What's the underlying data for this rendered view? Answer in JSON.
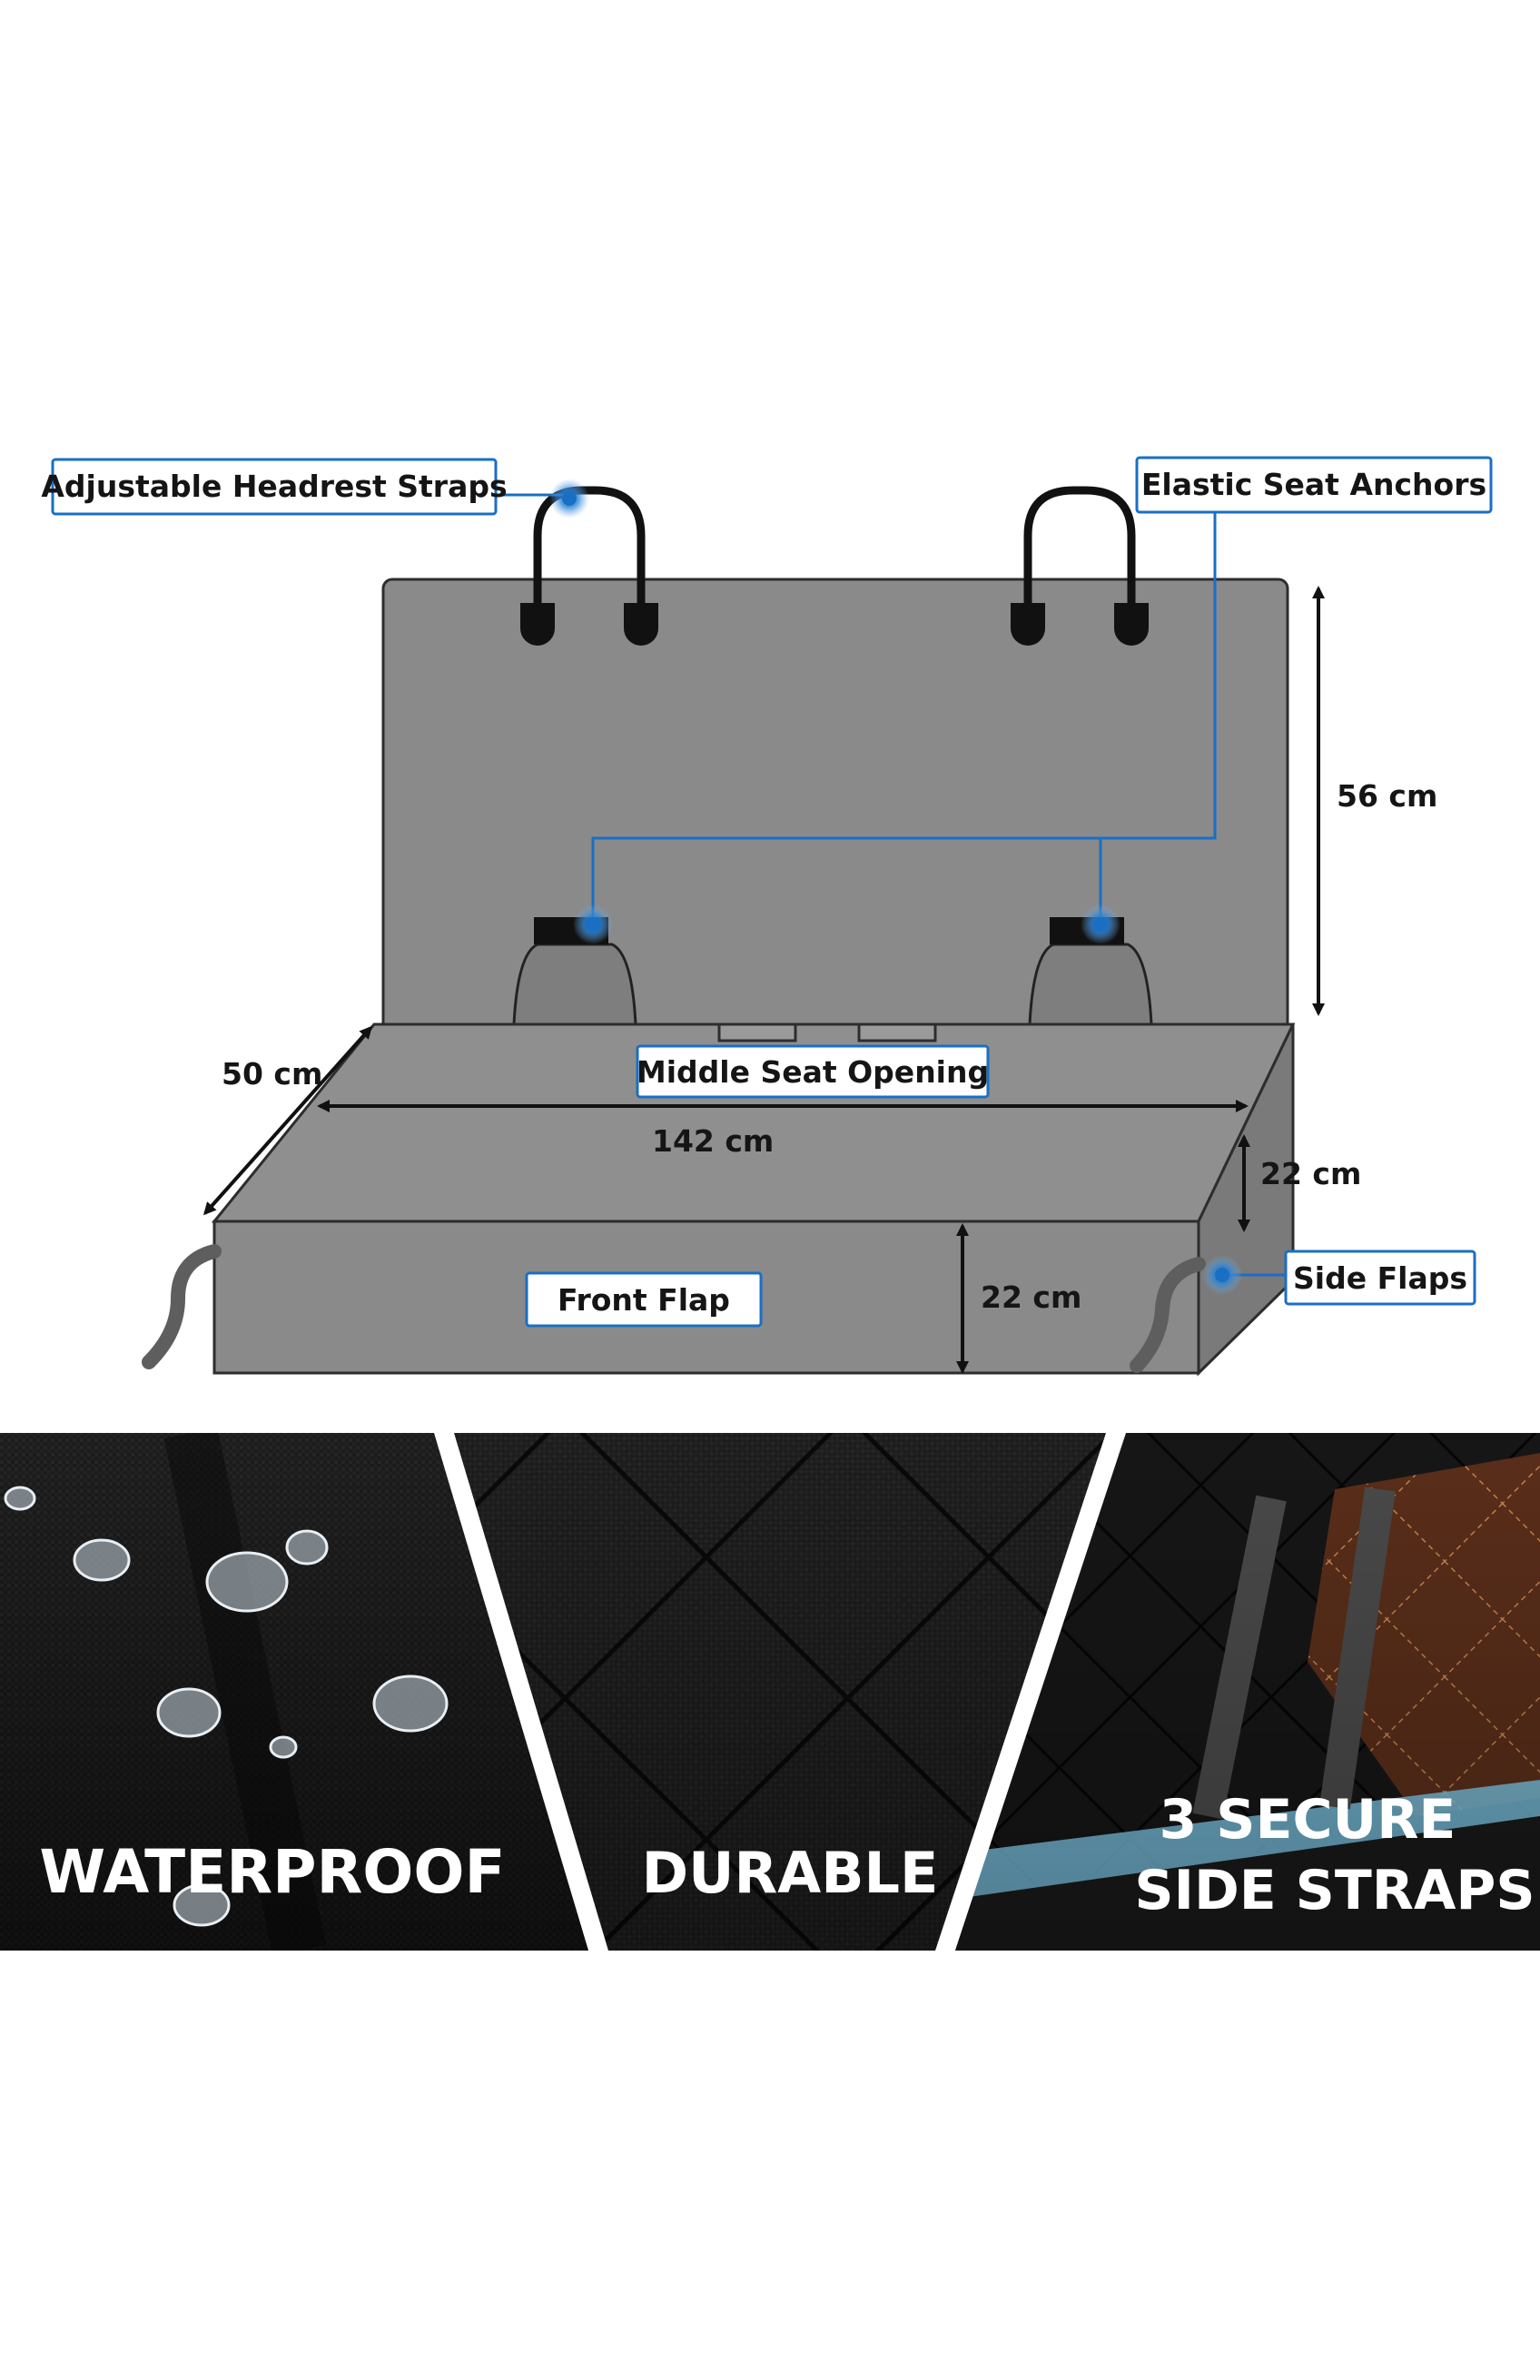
{
  "callouts": {
    "headrest_straps": "Adjustable Headrest Straps",
    "seat_anchors": "Elastic Seat Anchors",
    "middle_seat": "Middle Seat Opening",
    "front_flap": "Front Flap",
    "side_flaps": "Side Flaps"
  },
  "dimensions": {
    "height": "56 cm",
    "depth": "50 cm",
    "width": "142 cm",
    "side_flap_height": "22 cm",
    "front_flap_height": "22 cm"
  },
  "features": {
    "waterproof": "WATERPROOF",
    "durable": "DURABLE",
    "straps_line1": "3 SECURE",
    "straps_line2": "SIDE STRAPS"
  },
  "colors": {
    "accent_blue": "#1a6fc4",
    "cover_grey": "#8a8a8a",
    "outline": "#2d2d2d"
  }
}
